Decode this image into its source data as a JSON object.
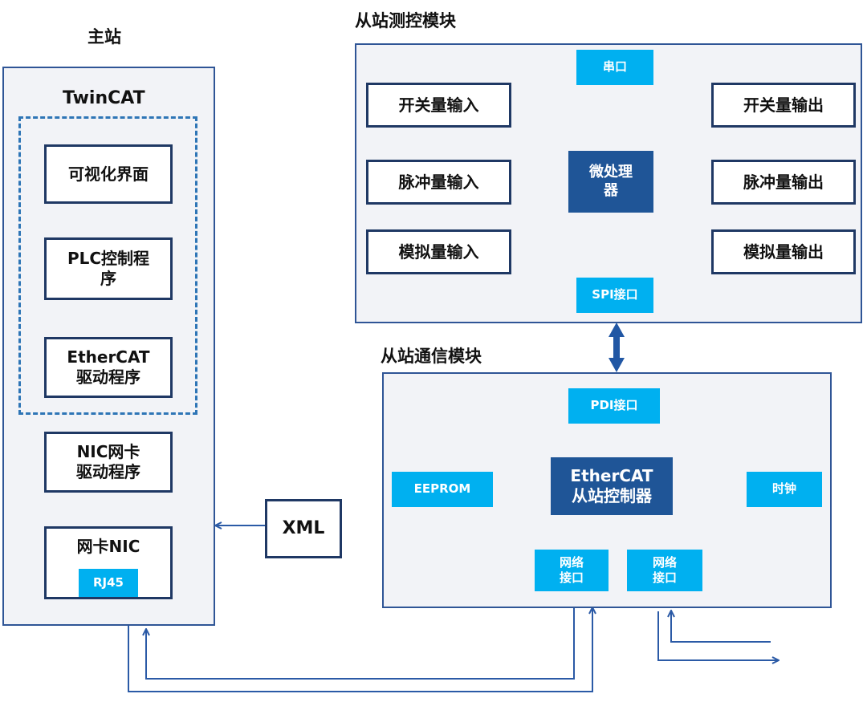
{
  "master": {
    "title": "主站",
    "twincat": "TwinCAT",
    "visual_ui": "可视化界面",
    "plc_line1": "PLC控制程",
    "plc_line2": "序",
    "ecat_driver_line1": "EtherCAT",
    "ecat_driver_line2": "驱动程序",
    "nic_driver_line1": "NIC网卡",
    "nic_driver_line2": "驱动程序",
    "nic_card": "网卡NIC",
    "rj45": "RJ45"
  },
  "xml": "XML",
  "io_module": {
    "title": "从站测控模块",
    "serial": "串口",
    "spi": "SPI接口",
    "mcu_line1": "微处理",
    "mcu_line2": "器",
    "inputs": [
      "开关量输入",
      "脉冲量输入",
      "模拟量输入"
    ],
    "outputs": [
      "开关量输出",
      "脉冲量输出",
      "模拟量输出"
    ]
  },
  "comm_module": {
    "title": "从站通信模块",
    "pdi": "PDI接口",
    "esc_line1": "EtherCAT",
    "esc_line2": "从站控制器",
    "eeprom": "EEPROM",
    "clock": "时钟",
    "port1_line1": "网络",
    "port1_line2": "接口",
    "port2_line1": "网络",
    "port2_line2": "接口"
  },
  "colors": {
    "line": "#2b5aa6",
    "panel_border": "#2f5596",
    "panel_fill": "#f2f3f7",
    "box_border": "#1f3864",
    "cyan": "#00b0f0",
    "navy": "#1f5597"
  }
}
